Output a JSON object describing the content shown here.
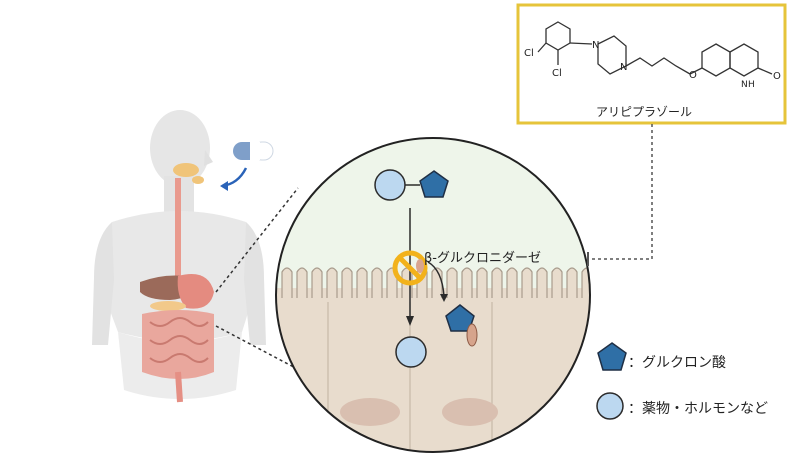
{
  "enzyme_label": "β-グルクロニダーゼ",
  "drug": {
    "name": "アリピプラゾール",
    "atoms": {
      "cl1": "Cl",
      "cl2": "Cl",
      "n1": "N",
      "n2": "N",
      "o1": "O",
      "nh": "N",
      "h": "H",
      "o2": "O"
    }
  },
  "legend": {
    "glucuronic_acid": "：グルクロン酸",
    "drug_hormone": "：薬物・ホルモンなど"
  },
  "colors": {
    "glucuronic_acid": "#2f6fa6",
    "drug_hormone": "#bcd8f0",
    "frame": "#e6c43a",
    "inhibit": "#f2b21b",
    "tissue": "#e8dccd",
    "lumen": "#eef5ea"
  }
}
